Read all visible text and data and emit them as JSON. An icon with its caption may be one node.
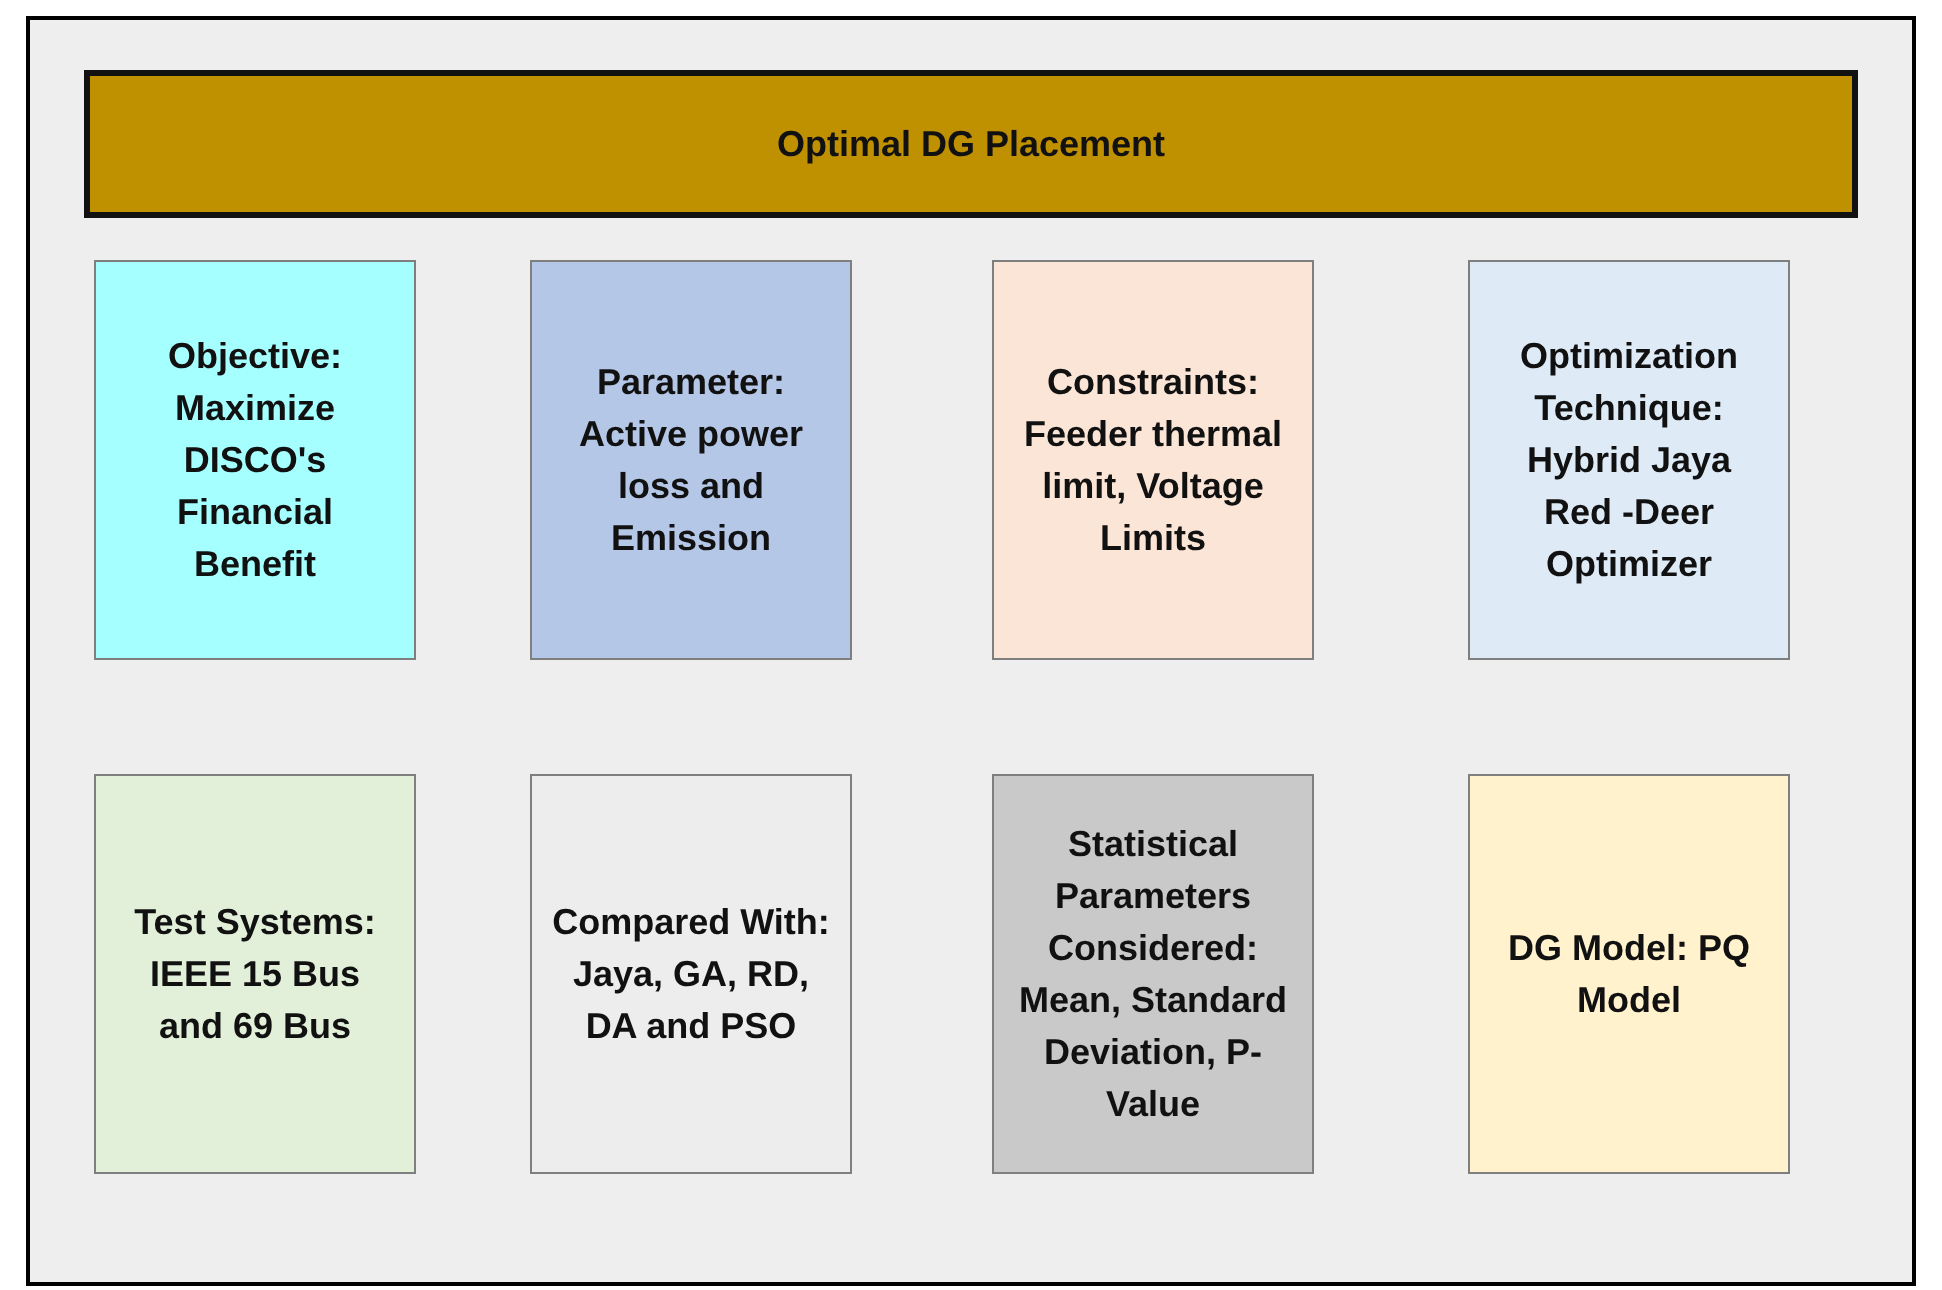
{
  "diagram": {
    "nodes": [
      {
        "text": [],
        "shape": "box"
      },
      {
        "text": [
          "Optimal DG Placement"
        ],
        "in": 0
      },
      {
        "text": [
          "Objective: Maximize DISCO's Financial Benefit"
        ],
        "in": 0
      },
      {
        "text": [
          "Parameter: Active power loss and Emission"
        ],
        "in": 0
      },
      {
        "text": [
          "Constraints: Feeder thermal limit, Voltage Limits"
        ],
        "in": 0
      },
      {
        "text": [
          "Optimization Technique: Hybrid Jaya Red -Deer Optimizer"
        ],
        "in": 0
      },
      {
        "text": [
          "Test Systems: IEEE 15 Bus and 69 Bus"
        ],
        "in": 0
      },
      {
        "text": [
          "Compared With: Jaya, GA, RD, DA and PSO"
        ],
        "in": 0
      },
      {
        "text": [
          "Statistical Parameters Considered: Mean, Standard Deviation, P- Value"
        ],
        "in": 0
      },
      {
        "text": [
          "DG Model: PQ Model"
        ],
        "in": 0
      }
    ],
    "edges": []
  }
}
